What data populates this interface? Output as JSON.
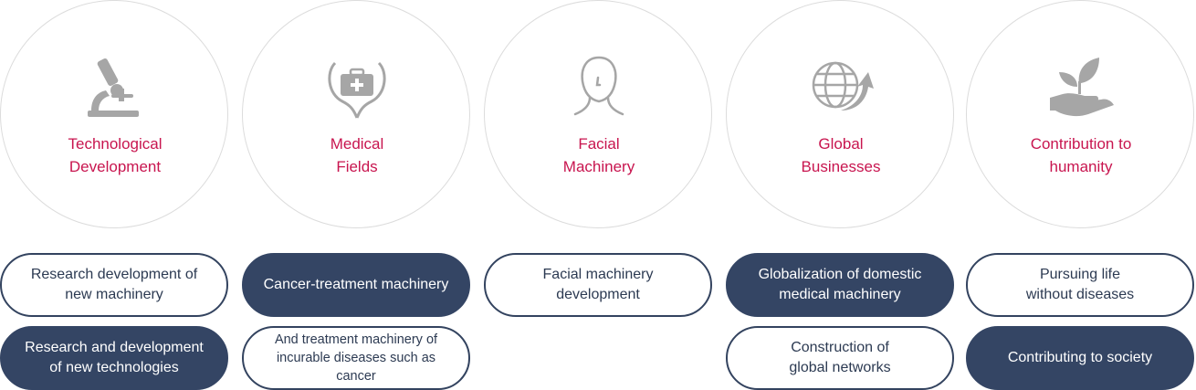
{
  "colors": {
    "title": "#c8154f",
    "pill_fill": "#344564",
    "circle_border": "#dcdcdc",
    "icon": "#a6a6a6"
  },
  "columns": [
    {
      "icon": "microscope-icon",
      "title": "Technological\nDevelopment",
      "pills": [
        {
          "text": "Research development of\nnew machinery",
          "style": "outline"
        },
        {
          "text": "Research and development\nof new technologies",
          "style": "filled"
        }
      ]
    },
    {
      "icon": "medical-kit-icon",
      "title": "Medical\nFields",
      "pills": [
        {
          "text": "Cancer-treatment machinery",
          "style": "filled"
        },
        {
          "text": "And treatment machinery of\nincurable diseases such as cancer",
          "style": "outline"
        }
      ]
    },
    {
      "icon": "face-icon",
      "title": "Facial\nMachinery",
      "pills": [
        {
          "text": "Facial machinery\ndevelopment",
          "style": "outline"
        }
      ]
    },
    {
      "icon": "globe-arrow-icon",
      "title": "Global\nBusinesses",
      "pills": [
        {
          "text": "Globalization of domestic\nmedical machinery",
          "style": "filled"
        },
        {
          "text": "Construction of\nglobal networks",
          "style": "outline"
        }
      ]
    },
    {
      "icon": "hand-sprout-icon",
      "title": "Contribution to\nhumanity",
      "pills": [
        {
          "text": "Pursuing life\nwithout diseases",
          "style": "outline"
        },
        {
          "text": "Contributing to society",
          "style": "filled"
        }
      ]
    }
  ]
}
